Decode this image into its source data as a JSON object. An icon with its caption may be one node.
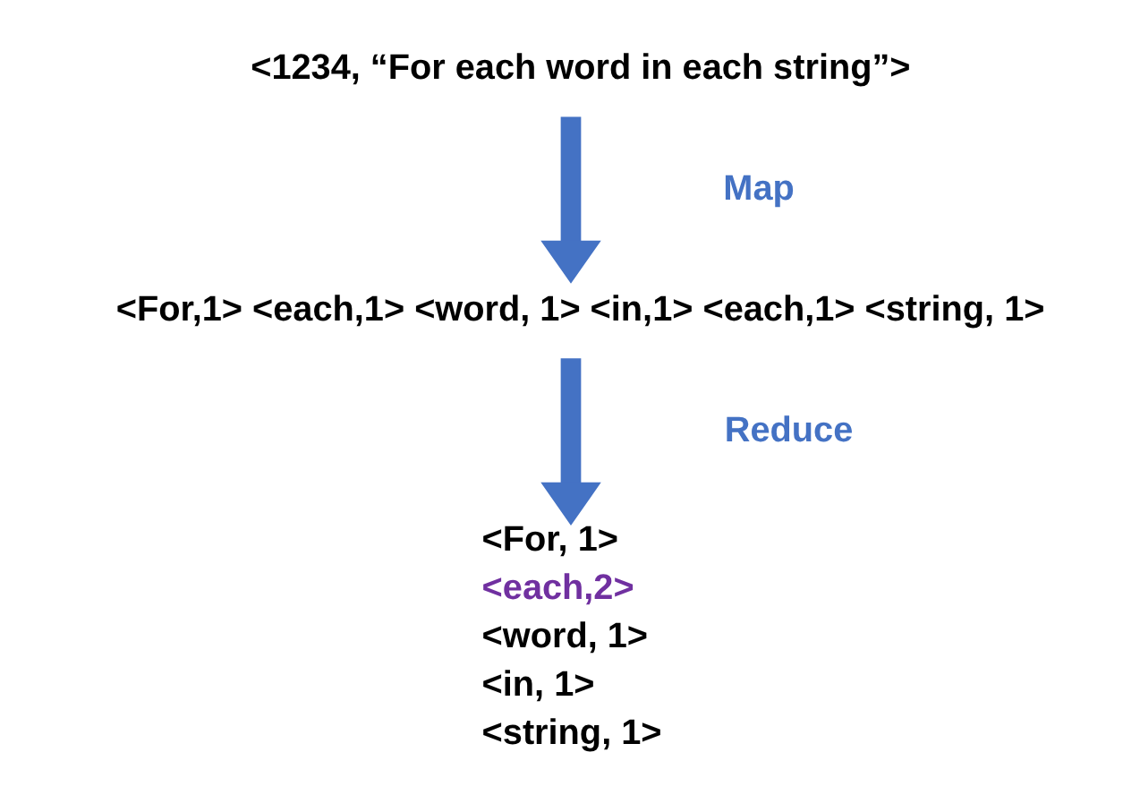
{
  "diagram": {
    "nodes": [
      {
        "text": [
          "<1234, “For each word in each string”>"
        ]
      },
      {
        "text": [
          "<For,1> <each,1> <word, 1> <in,1> <each,1> <string, 1>"
        ]
      },
      {
        "text": [
          "<For, 1>",
          "<each,2>",
          "<word, 1>",
          "<in, 1>",
          "<string, 1>"
        ]
      }
    ],
    "edges": [
      {
        "from": 0,
        "to": 1,
        "arrow": "to",
        "label": "Map"
      },
      {
        "from": 1,
        "to": 2,
        "arrow": "to",
        "label": "Reduce"
      }
    ]
  }
}
